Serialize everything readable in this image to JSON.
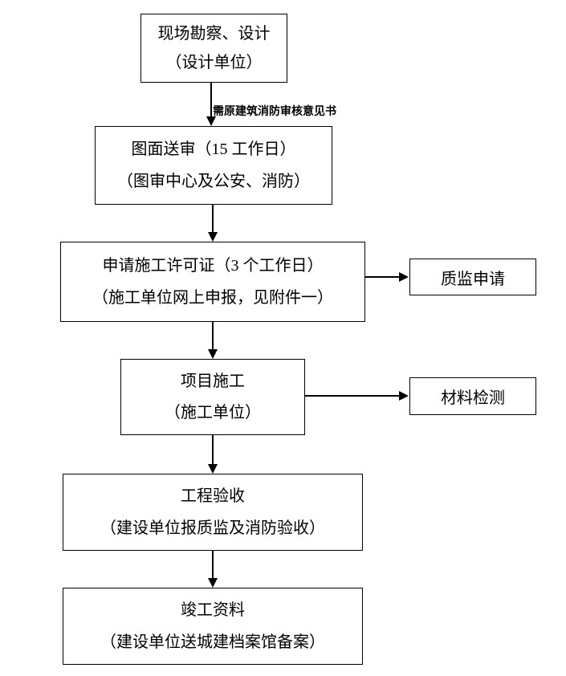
{
  "flowchart": {
    "annotation": "需原建筑消防审核意见书",
    "nodes": [
      {
        "line1": "现场勘察、设计",
        "line2": "（设计单位）"
      },
      {
        "line1": "图面送审（15 工作日）",
        "line2": "（图审中心及公安、消防）"
      },
      {
        "line1": "申请施工许可证（3 个工作日）",
        "line2": "（施工单位网上申报，见附件一）"
      },
      {
        "line1": "项目施工",
        "line2": "（施工单位）"
      },
      {
        "line1": "工程验收",
        "line2": "（建设单位报质监及消防验收）"
      },
      {
        "line1": "竣工资料",
        "line2": "（建设单位送城建档案馆备案）"
      }
    ],
    "side_nodes": [
      {
        "label": "质监申请"
      },
      {
        "label": "材料检测"
      }
    ]
  }
}
